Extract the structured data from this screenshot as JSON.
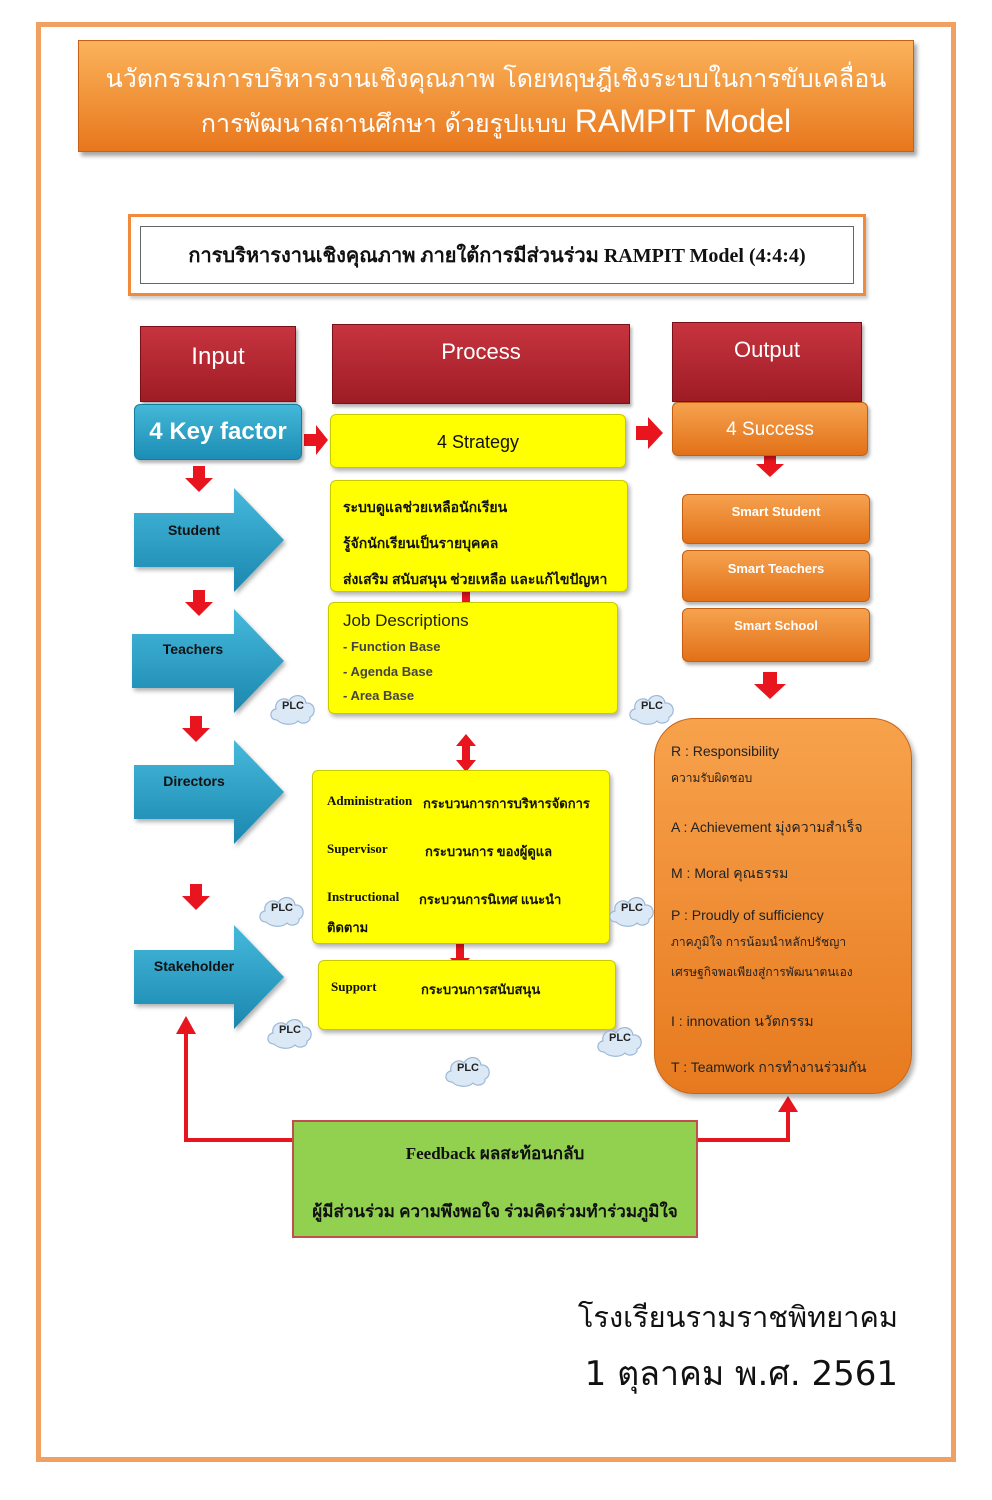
{
  "header": {
    "line1": "นวัตกรรมการบริหารงานเชิงคุณภาพ โดยทฤษฎีเชิงระบบในการขับเคลื่อน",
    "line2_th": "การพัฒนาสถานศึกษา ด้วยรูปแบบ",
    "line2_en": "RAMPIT  Model"
  },
  "subtitle": "การบริหารงานเชิงคุณภาพ  ภายใต้การมีส่วนร่วม RAMPIT  Model (4:4:4)",
  "columns": {
    "input": "Input",
    "process": "Process",
    "output": "Output"
  },
  "key_factor": "4 Key  factor",
  "strategy": "4    Strategy",
  "success": "4    Success",
  "input_items": [
    "Student",
    "Teachers",
    "Directors",
    "Stakeholder"
  ],
  "process_box1": [
    "ระบบดูแลช่วยเหลือนักเรียน",
    "รู้จักนักเรียนเป็นรายบุคคล",
    "ส่งเสริม  สนับสนุน  ช่วยเหลือ และแก้ไขปัญหา"
  ],
  "job": {
    "title": "Job Descriptions",
    "items": [
      "- Function Base",
      "- Agenda Base",
      "- Area Base"
    ]
  },
  "admin": {
    "r1_en": "Administration",
    "r1_th": "กระบวนการการบริหารจัดการ",
    "r2_en": "Supervisor",
    "r2_th": "กระบวนการ ของผู้ดูแล",
    "r3_en": "Instructional",
    "r3_th": "กระบวนการนิเทศ แนะนำ",
    "r3_th2": "ติดตาม"
  },
  "support": {
    "en": "Support",
    "th": "กระบวนการสนับสนุน"
  },
  "outputs": [
    "Smart   Student",
    "Smart Teachers",
    "Smart School"
  ],
  "rampit": [
    {
      "k": "R :",
      "v": "Responsibility"
    },
    {
      "k": "",
      "v": "ความรับผิดชอบ"
    },
    {
      "k": "A :",
      "v": "Achievement   มุ่งความสำเร็จ"
    },
    {
      "k": "M :",
      "v": "Moral   คุณธรรม"
    },
    {
      "k": "P :",
      "v": "Proudly   of    sufficiency"
    },
    {
      "k": "",
      "v": "ภาคภูมิใจ การน้อมนำหลักปรัชญา"
    },
    {
      "k": "",
      "v": "เศรษฐกิจพอเพียงสู่การพัฒนาตนเอง"
    },
    {
      "k": "I :",
      "v": "innovation   นวัตกรรม"
    },
    {
      "k": "T :",
      "v": "Teamwork    การทำงานร่วมกัน"
    }
  ],
  "plc": "PLC",
  "feedback": {
    "line1": "Feedback ผลสะท้อนกลับ",
    "line2": "ผู้มีส่วนร่วม ความพึงพอใจ ร่วมคิดร่วมทำร่วมภูมิใจ"
  },
  "footer": {
    "school": "โรงเรียนรามราชพิทยาคม",
    "date": "1 ตุลาคม พ.ศ. 2561"
  },
  "colors": {
    "orange": "#f28a3c",
    "red_arrow": "#e8141e",
    "yellow": "#ffff00",
    "blue": "#2ea6cc",
    "green": "#92d050"
  }
}
